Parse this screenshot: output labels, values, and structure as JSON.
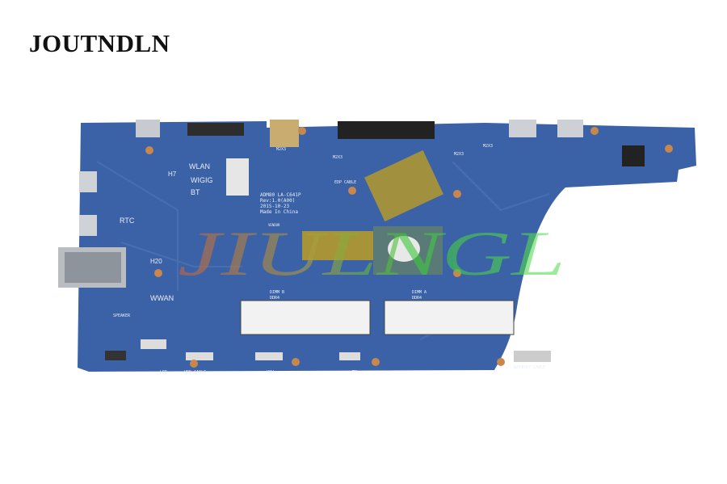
{
  "brand": "JOUTNDLN",
  "watermark": "JIULNGL",
  "board": {
    "color": "#3b62a6",
    "model_lines": [
      "ADM80 LA-C641P",
      "Rev:1.0(A00)",
      "2015-10-23",
      "Made In China"
    ],
    "labels": {
      "wlan": "WLAN",
      "wigig": "WIGIG",
      "bt": "BT",
      "h7": "H7",
      "h20": "H20",
      "rtc": "RTC",
      "wwan": "WWAN",
      "speaker": "SPEAKER",
      "led": "LED",
      "hdd_cable": "HDD CABLE",
      "ush": "USH",
      "tp": "TP",
      "battery_cable": "BATTERY CABLE",
      "edp_cable": "EDP CABLE",
      "dimm_b": "DIMM B",
      "dimm_a": "DIMM A",
      "ddr4_b": "DDR4",
      "ddr4_a": "DDR4",
      "m2x3_1": "M2X3",
      "m2x3_2": "M2X3",
      "m2x3_3": "M2X3",
      "m2x3_4": "M2X3",
      "vendor": "VENDOR"
    }
  }
}
